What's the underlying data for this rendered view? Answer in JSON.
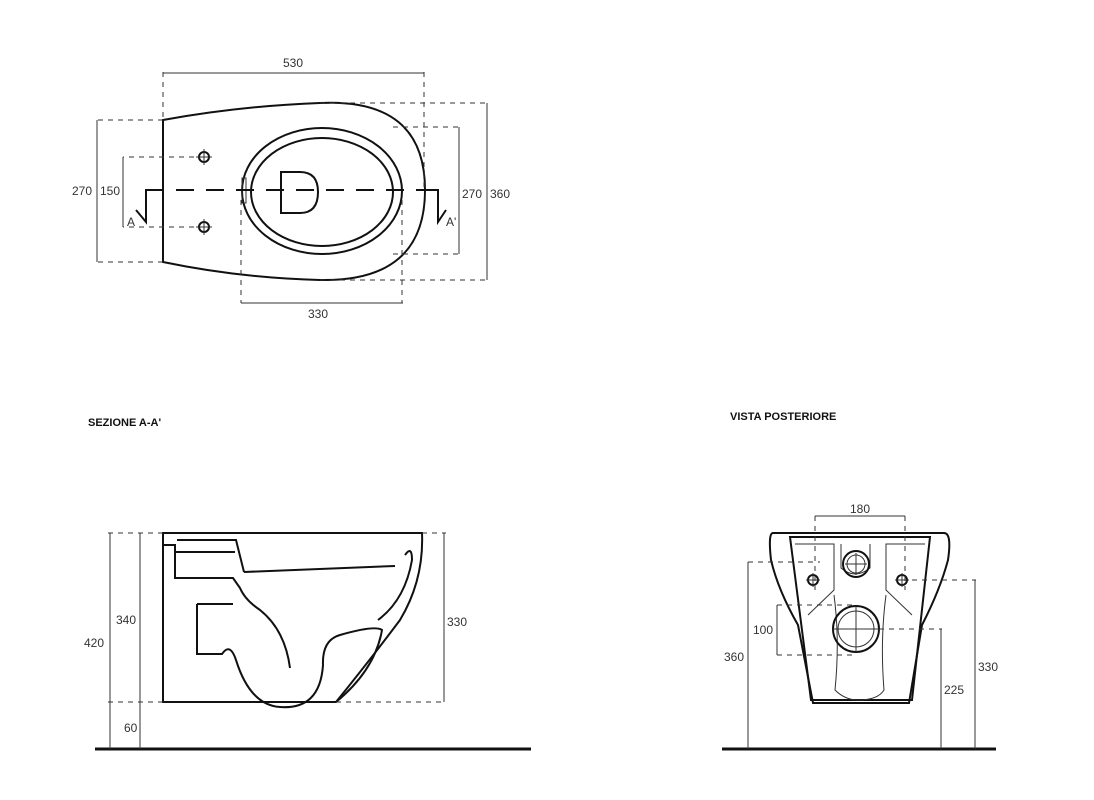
{
  "top_view": {
    "dims": {
      "overall_length": "530",
      "fixing_spacing_left": "150",
      "rear_width_left": "270",
      "seat_width": "270",
      "overall_width": "360",
      "bowl_opening": "330"
    },
    "section_marks": {
      "left": "A",
      "right": "A'"
    }
  },
  "section_view": {
    "title": "SEZIONE A-A'",
    "dims": {
      "total_height": "420",
      "body_height": "340",
      "floor_gap": "60",
      "front_height": "330"
    }
  },
  "rear_view": {
    "title": "VISTA POSTERIORE",
    "dims": {
      "bolt_spacing": "180",
      "inlet_height": "360",
      "outlet_offset": "100",
      "outlet_height": "225",
      "bolt_height": "330"
    }
  }
}
